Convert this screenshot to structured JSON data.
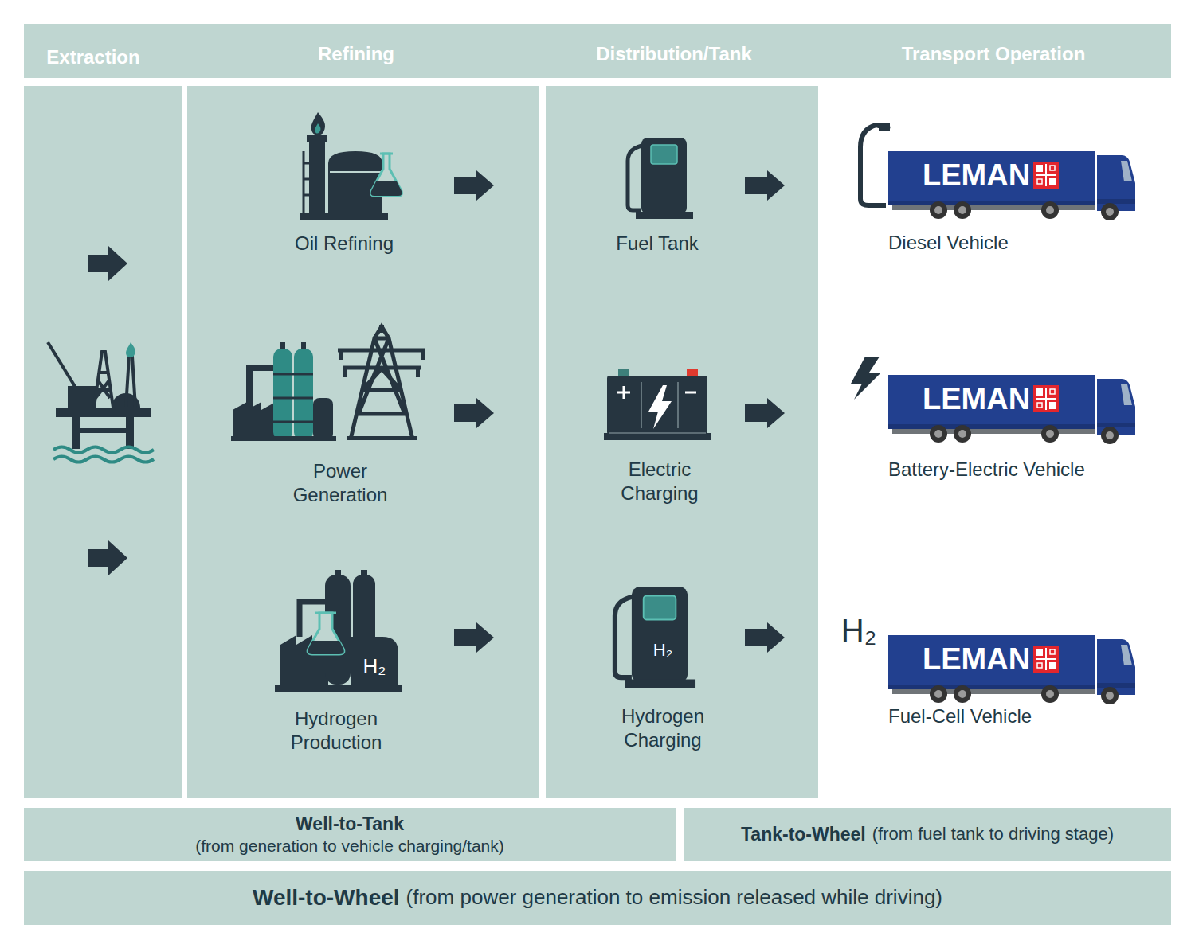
{
  "diagram": {
    "nodes": [
      {
        "text": [
          "Extraction",
          "Refining",
          "Distribution/Tank",
          "Transport Operation"
        ]
      },
      {
        "text": [
          "Oil Refining"
        ]
      },
      {
        "text": [
          "Fuel Tank"
        ]
      },
      {
        "text": [
          "Diesel Vehicle"
        ]
      },
      {
        "text": [
          "Power Generation"
        ]
      },
      {
        "text": [
          "Electric Charging"
        ]
      },
      {
        "text": [
          "Battery-Electric Vehicle"
        ]
      },
      {
        "text": [
          "Hydrogen Production"
        ]
      },
      {
        "text": [
          "Hydrogen Charging"
        ]
      },
      {
        "text": [
          "Fuel-Cell Vehicle"
        ]
      },
      {
        "text": [
          "Well-to-Tank",
          "(from generation to vehicle charging/tank)"
        ]
      },
      {
        "text": [
          "Tank-to-Wheel",
          "(from fuel tank to driving stage)"
        ]
      },
      {
        "text": [
          "Well-to-Wheel",
          "(from power generation to emission released while driving)"
        ]
      }
    ],
    "edges": [
      {
        "from": 1,
        "to": 2,
        "arrow": "to"
      },
      {
        "from": 2,
        "to": 3,
        "arrow": "to"
      },
      {
        "from": 4,
        "to": 5,
        "arrow": "to"
      },
      {
        "from": 5,
        "to": 6,
        "arrow": "to"
      },
      {
        "from": 7,
        "to": 8,
        "arrow": "to"
      },
      {
        "from": 8,
        "to": 9,
        "arrow": "to"
      }
    ],
    "labels": [
      "LEMAN",
      "LEMAN",
      "H₂",
      "H₂",
      "H₂",
      "LEMAN"
    ]
  }
}
